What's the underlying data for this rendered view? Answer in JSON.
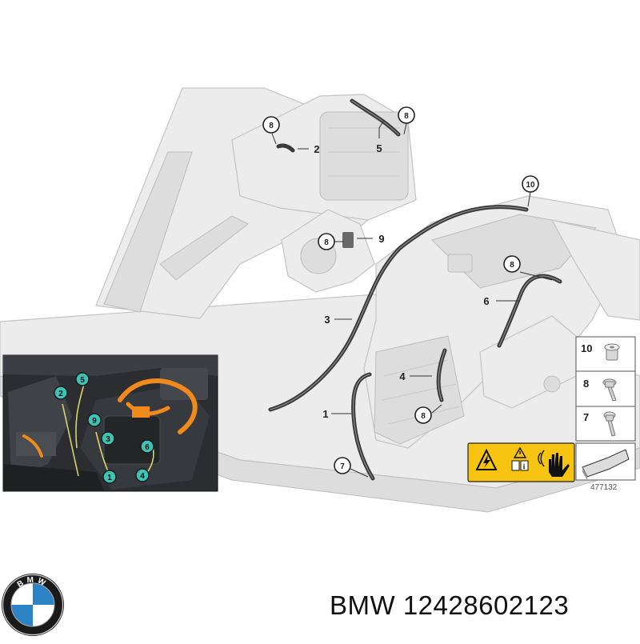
{
  "brand": {
    "name": "BMW",
    "part_number": "12428602123",
    "logo_letters": "BMW",
    "colors": {
      "blue": "#2c83c6",
      "white": "#ffffff",
      "ring": "#1a1a1a"
    }
  },
  "diagram": {
    "reference_number": "477132",
    "callouts": [
      {
        "id": "c8a",
        "label": "8"
      },
      {
        "id": "c8b",
        "label": "8"
      },
      {
        "id": "c10",
        "label": "10"
      },
      {
        "id": "c8c",
        "label": "8"
      },
      {
        "id": "c8d",
        "label": "8"
      },
      {
        "id": "c8e",
        "label": "8"
      },
      {
        "id": "c7",
        "label": "7"
      }
    ],
    "part_labels": [
      {
        "id": "p2",
        "label": "2"
      },
      {
        "id": "p5",
        "label": "5"
      },
      {
        "id": "p9",
        "label": "9"
      },
      {
        "id": "p3",
        "label": "3"
      },
      {
        "id": "p6",
        "label": "6"
      },
      {
        "id": "p4",
        "label": "4"
      },
      {
        "id": "p1",
        "label": "1"
      }
    ],
    "legend": [
      {
        "label": "10",
        "icon": "sleeve-nut-icon"
      },
      {
        "label": "8",
        "icon": "flange-bolt-icon"
      },
      {
        "label": "7",
        "icon": "torx-screw-icon"
      }
    ],
    "warning_icons": [
      "high-voltage-warning-icon",
      "read-manual-icon",
      "no-touch-hand-icon"
    ],
    "arrow_icon": "direction-arrow-icon"
  },
  "photo_inset": {
    "markers": [
      "5",
      "2",
      "9",
      "3",
      "6",
      "1",
      "4"
    ],
    "colors": {
      "marker": "#3ec3b5",
      "cable": "#f08a1c"
    }
  }
}
